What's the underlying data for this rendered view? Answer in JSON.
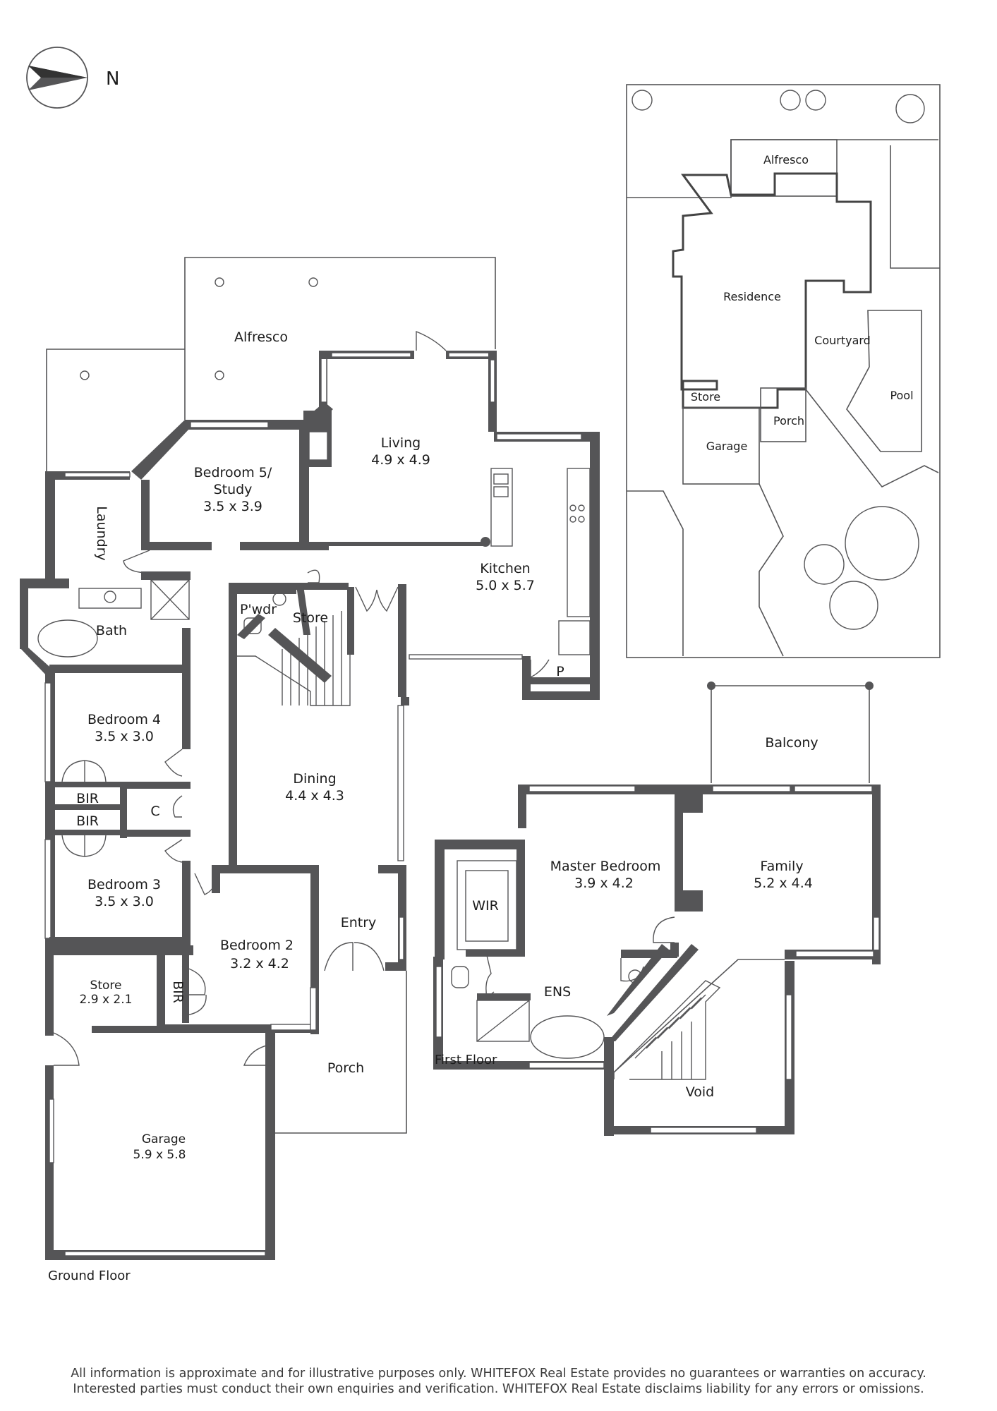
{
  "compass": {
    "label": "N"
  },
  "ground_floor": {
    "label": "Ground Floor",
    "rooms": {
      "alfresco": {
        "name": "Alfresco"
      },
      "living": {
        "name": "Living",
        "size": "4.9 x 4.9"
      },
      "bedroom5": {
        "name": "Bedroom 5/",
        "name2": "Study",
        "size": "3.5 x 3.9"
      },
      "laundry": {
        "name": "Laundry"
      },
      "kitchen": {
        "name": "Kitchen",
        "size": "5.0 x 5.7"
      },
      "pwdr": {
        "name": "P'wdr"
      },
      "store_gf": {
        "name": "Store"
      },
      "bath": {
        "name": "Bath"
      },
      "pantry": {
        "name": "P"
      },
      "bedroom4": {
        "name": "Bedroom 4",
        "size": "3.5 x 3.0"
      },
      "bir1": {
        "name": "BIR"
      },
      "bir2": {
        "name": "BIR"
      },
      "cupboard": {
        "name": "C"
      },
      "dining": {
        "name": "Dining",
        "size": "4.4 x 4.3"
      },
      "bedroom3": {
        "name": "Bedroom 3",
        "size": "3.5 x 3.0"
      },
      "entry": {
        "name": "Entry"
      },
      "bedroom2": {
        "name": "Bedroom 2",
        "size": "3.2 x 4.2"
      },
      "bir3": {
        "name": "BIR"
      },
      "store_rear": {
        "name": "Store",
        "size": "2.9 x 2.1"
      },
      "porch": {
        "name": "Porch"
      },
      "garage": {
        "name": "Garage",
        "size": "5.9 x 5.8"
      }
    }
  },
  "first_floor": {
    "label": "First Floor",
    "rooms": {
      "balcony": {
        "name": "Balcony"
      },
      "master": {
        "name": "Master Bedroom",
        "size": "3.9 x 4.2"
      },
      "family": {
        "name": "Family",
        "size": "5.2 x 4.4"
      },
      "wir": {
        "name": "WIR"
      },
      "ens": {
        "name": "ENS"
      },
      "void": {
        "name": "Void"
      }
    }
  },
  "site_plan": {
    "alfresco": "Alfresco",
    "residence": "Residence",
    "courtyard": "Courtyard",
    "store": "Store",
    "pool": "Pool",
    "porch": "Porch",
    "garage": "Garage"
  },
  "disclaimer": {
    "line1": "All information is approximate and for illustrative purposes only. WHITEFOX Real Estate provides no guarantees or warranties on accuracy.",
    "line2": "Interested parties must conduct their own enquiries and verification. WHITEFOX Real Estate disclaims liability for any errors or omissions."
  }
}
